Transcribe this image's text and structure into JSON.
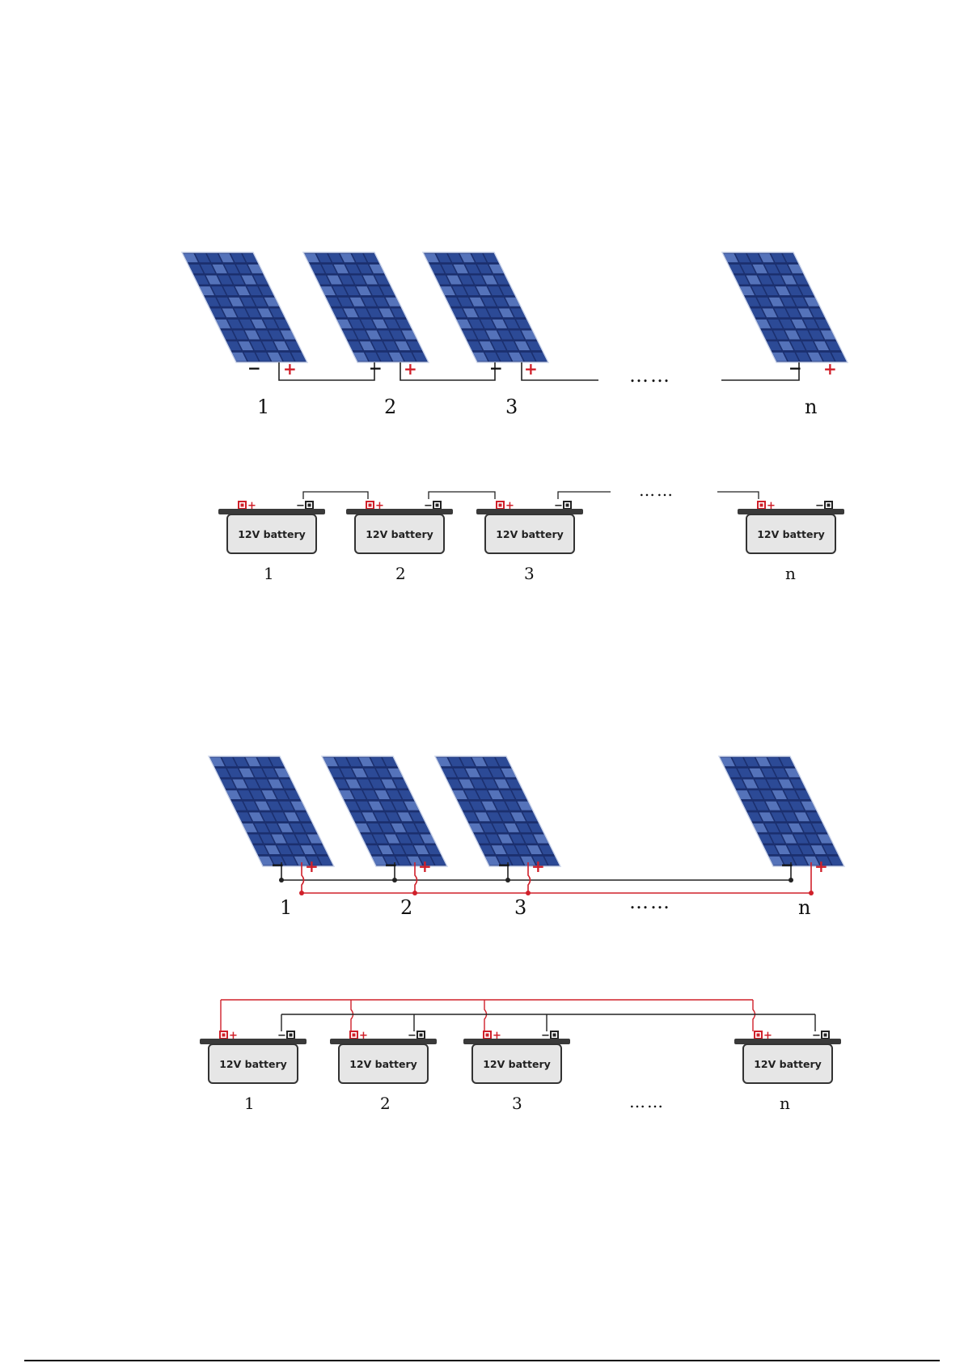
{
  "diagrams": [
    {
      "name": "panels-series",
      "type": "solar-panels",
      "wiring": "series",
      "labels": [
        "1",
        "2",
        "3",
        "n"
      ],
      "ellipsis": "……",
      "minus": "−",
      "plus": "+"
    },
    {
      "name": "batteries-series",
      "type": "batteries",
      "wiring": "series",
      "labels": [
        "1",
        "2",
        "3",
        "n"
      ],
      "battery_label": "12V battery",
      "ellipsis": "……"
    },
    {
      "name": "panels-parallel",
      "type": "solar-panels",
      "wiring": "parallel",
      "labels": [
        "1",
        "2",
        "3",
        "n"
      ],
      "ellipsis": "……",
      "minus": "−",
      "plus": "+"
    },
    {
      "name": "batteries-parallel",
      "type": "batteries",
      "wiring": "parallel",
      "labels": [
        "1",
        "2",
        "3",
        "n"
      ],
      "battery_label": "12V battery",
      "ellipsis": "……"
    }
  ],
  "colors": {
    "panel_dark": "#1b2f6e",
    "panel_cell": "#2f4f9e",
    "panel_highlight": "#5f7fc8",
    "negative_wire": "#222222",
    "positive_wire": "#d0202a",
    "battery_body": "#e6e6e6",
    "battery_lid": "#3a3a3a"
  }
}
